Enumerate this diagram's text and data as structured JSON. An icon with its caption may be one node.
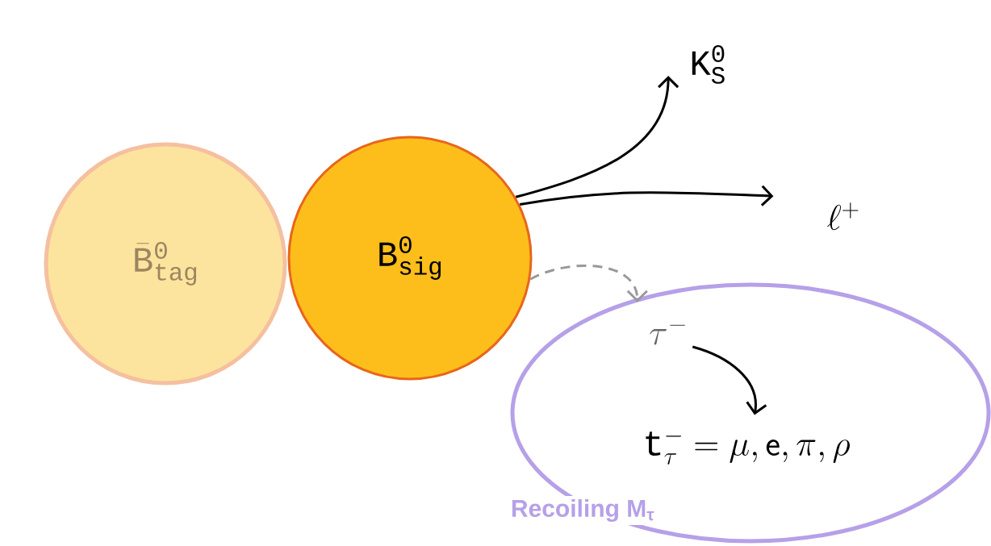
{
  "diagram": {
    "nodes": [
      {
        "text": [
          "\\bar{\\mathtt{B}}^{\\mathtt{0}}_{\\mathtt{tag}}"
        ]
      },
      {
        "text": [
          "\\mathtt{B}^{\\mathtt{0}}_{\\mathtt{sig}}"
        ]
      },
      {
        "text": [
          "\\mathtt{K}^{\\mathtt{0}}_{\\mathtt{S}}"
        ]
      },
      {
        "text": [
          "\\ell^{+}"
        ]
      },
      {
        "text": [
          "Recoiling M$_{τ}$"
        ]
      },
      {
        "text": [
          "\\tau^{-}"
        ],
        "in": 4
      },
      {
        "text": [
          "\\mathtt{t}_{\\tau}^{-} = \\mu, \\mathsf{e}, \\pi, \\rho"
        ],
        "in": 4
      }
    ],
    "edges": [
      {
        "from": 1,
        "to": 2,
        "arrow": "to"
      },
      {
        "from": 1,
        "to": 3,
        "arrow": "to"
      },
      {
        "from": 1,
        "to": 5,
        "arrow": "to",
        "style": "dashed",
        "color": "#999999"
      },
      {
        "from": 5,
        "to": 6,
        "arrow": "to"
      }
    ]
  }
}
